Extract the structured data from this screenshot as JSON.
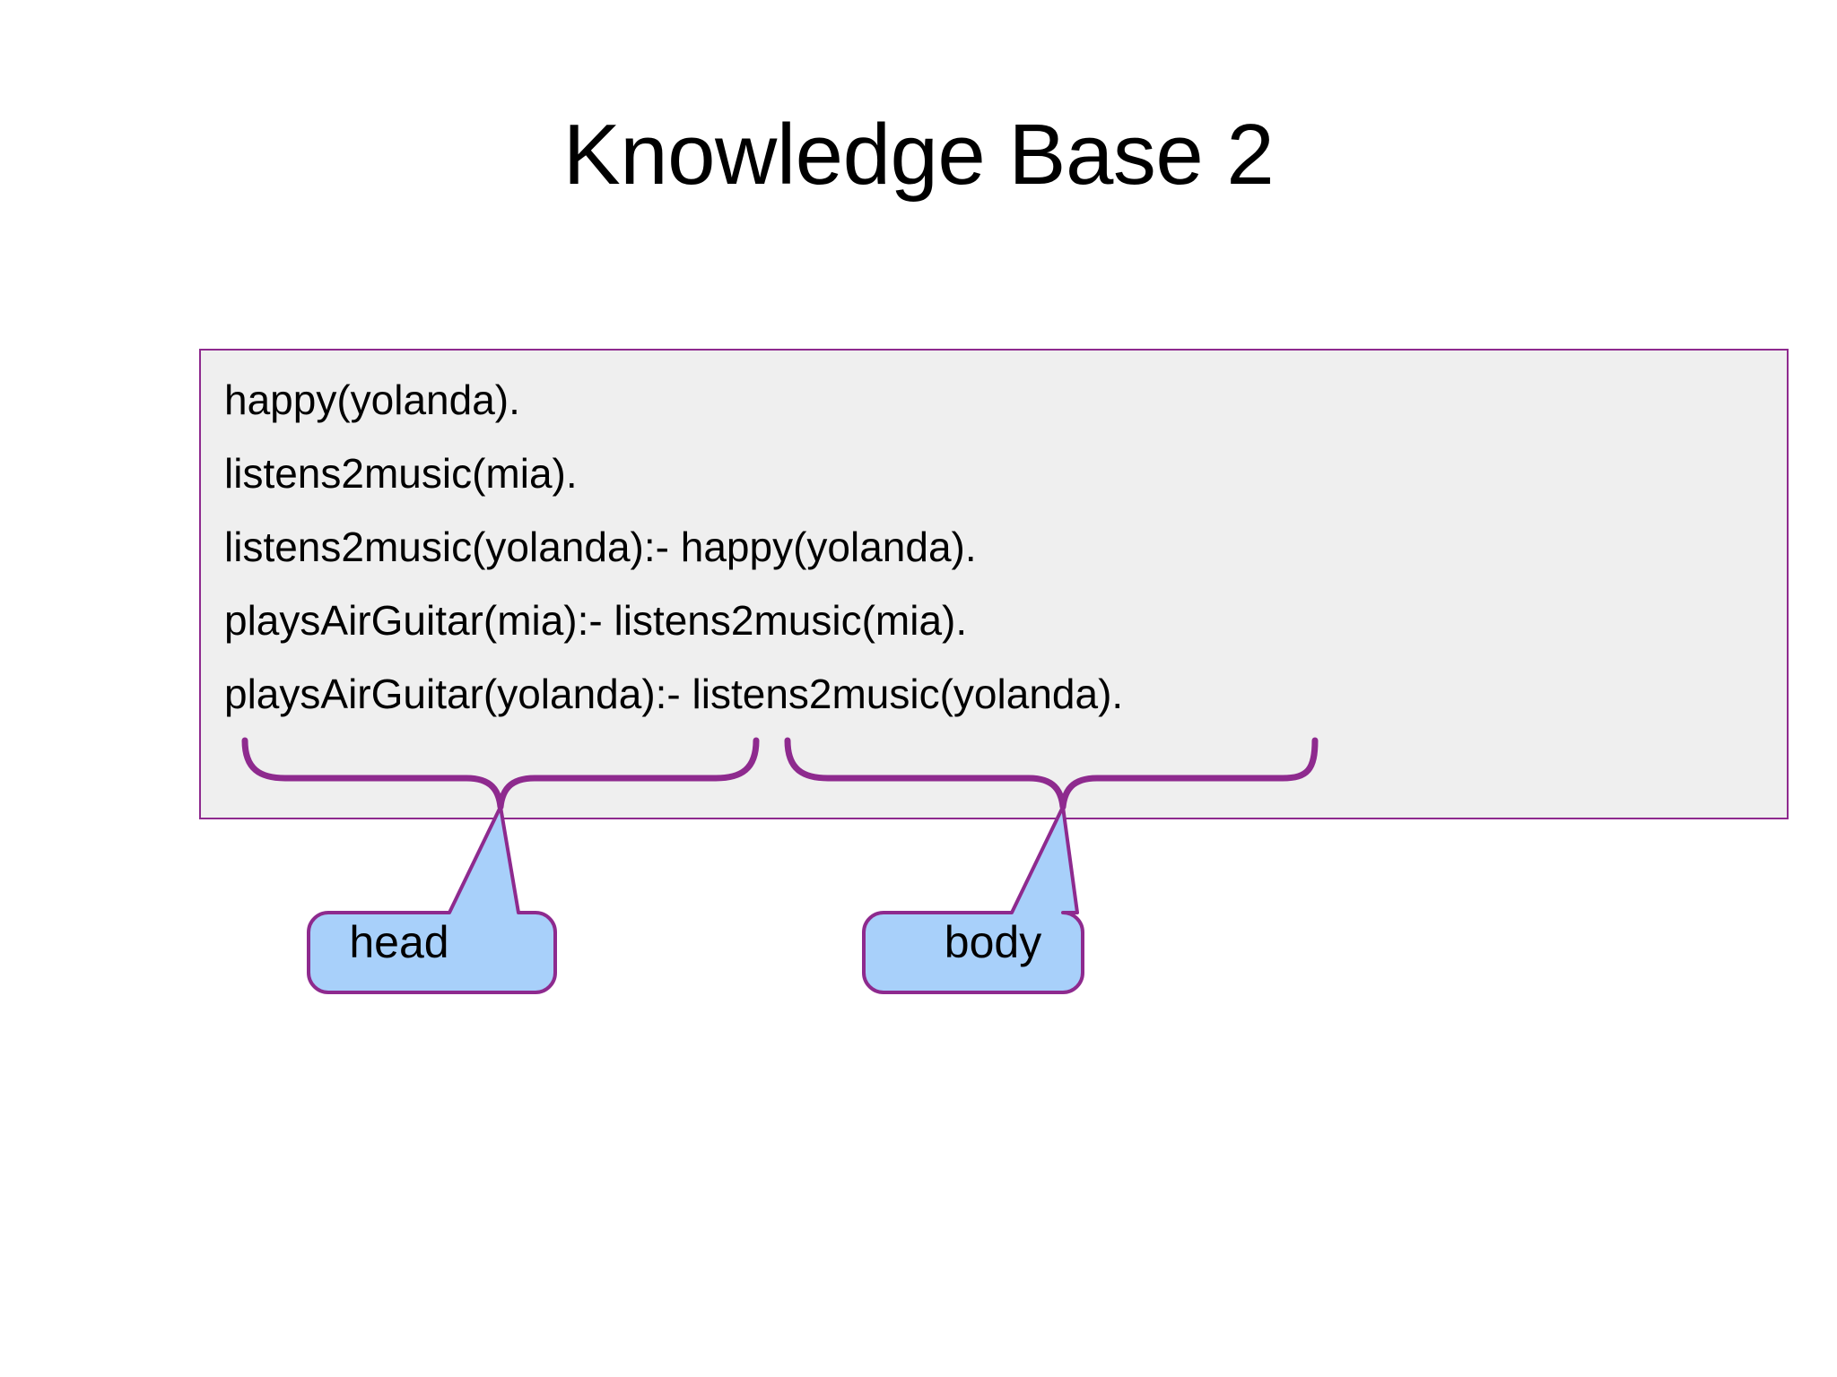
{
  "slide": {
    "title": "Knowledge Base 2",
    "background_color": "#ffffff"
  },
  "knowledge_base": {
    "box_fill_color": "#efefef",
    "box_border_color": "#8e2a8e",
    "clauses": [
      "happy(yolanda).",
      "listens2music(mia).",
      "listens2music(yolanda):- happy(yolanda).",
      "playsAirGuitar(mia):- listens2music(mia).",
      "playsAirGuitar(yolanda):- listens2music(yolanda)."
    ]
  },
  "annotations": {
    "brace_color": "#8e2a8e",
    "callout_fill_color": "#a8d0fa",
    "callout_border_color": "#8e2a8e",
    "callouts": [
      {
        "label": "head"
      },
      {
        "label": "body"
      }
    ]
  }
}
